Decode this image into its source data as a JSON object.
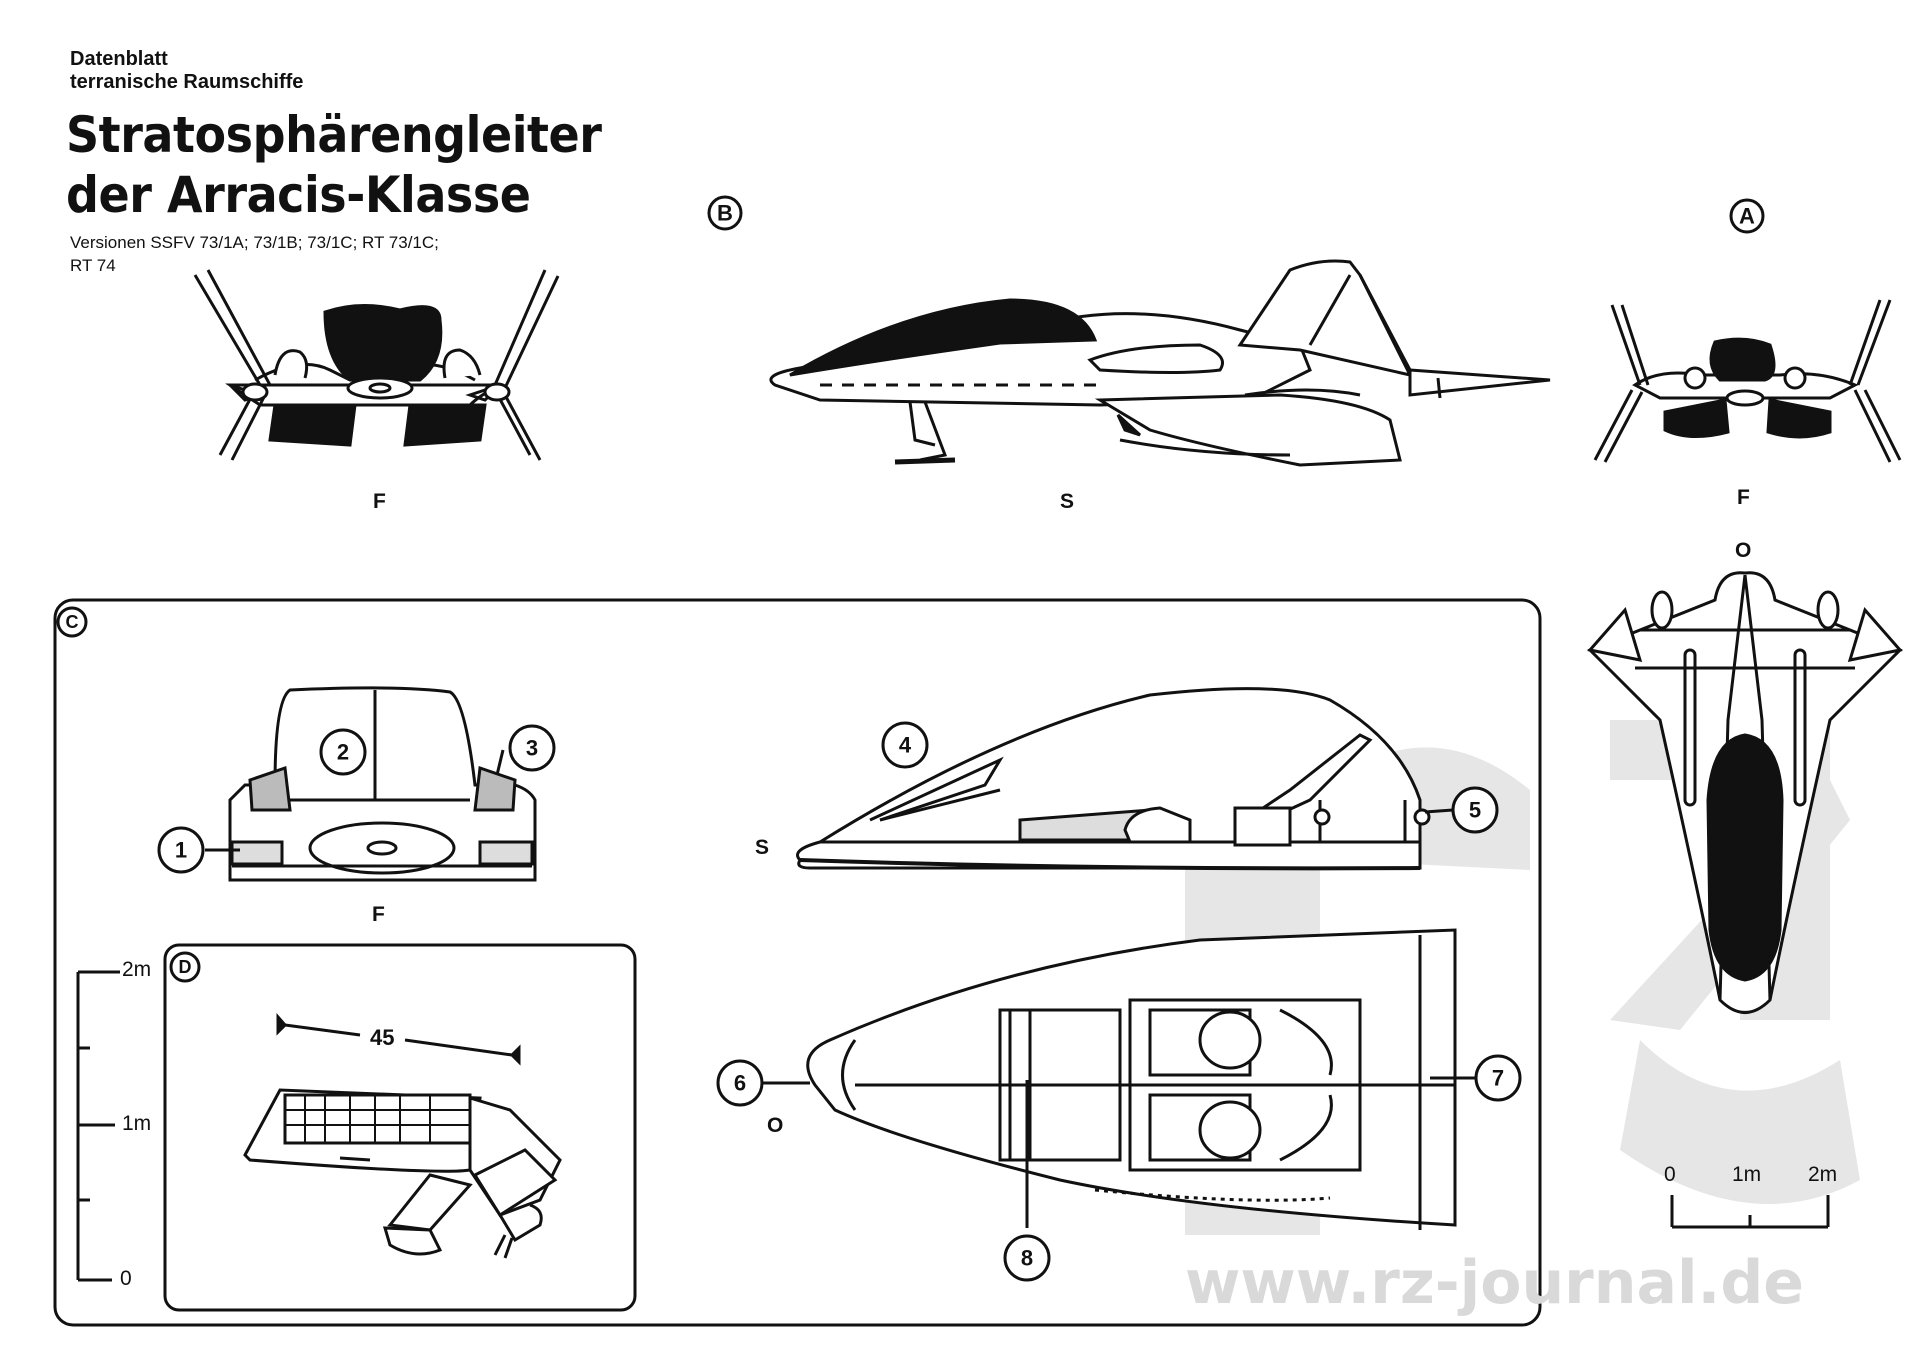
{
  "header": {
    "line1": "Datenblatt",
    "line2": "terranische Raumschiffe",
    "title1": "Stratosphärengleiter",
    "title2": "der Arracis-Klasse",
    "versions1": "Versionen SSFV 73/1A; 73/1B; 73/1C; RT 73/1C;",
    "versions2": "RT 74"
  },
  "view_labels": {
    "front_left": "F",
    "side_top": "S",
    "front_right": "F",
    "top_right": "O",
    "c_front": "F",
    "c_side": "S",
    "c_top": "O"
  },
  "section_markers": [
    "A",
    "B",
    "C",
    "D"
  ],
  "callouts": [
    "1",
    "2",
    "3",
    "4",
    "5",
    "6",
    "7",
    "8"
  ],
  "dimension_d": "45",
  "vertical_scale": [
    "2m",
    "1m",
    "0"
  ],
  "horizontal_scale": [
    "0",
    "1m",
    "2m"
  ],
  "watermark": "www.rz-journal.de",
  "colors": {
    "ink": "#111111",
    "paper": "#ffffff",
    "watermark": "#d9d9d9"
  }
}
